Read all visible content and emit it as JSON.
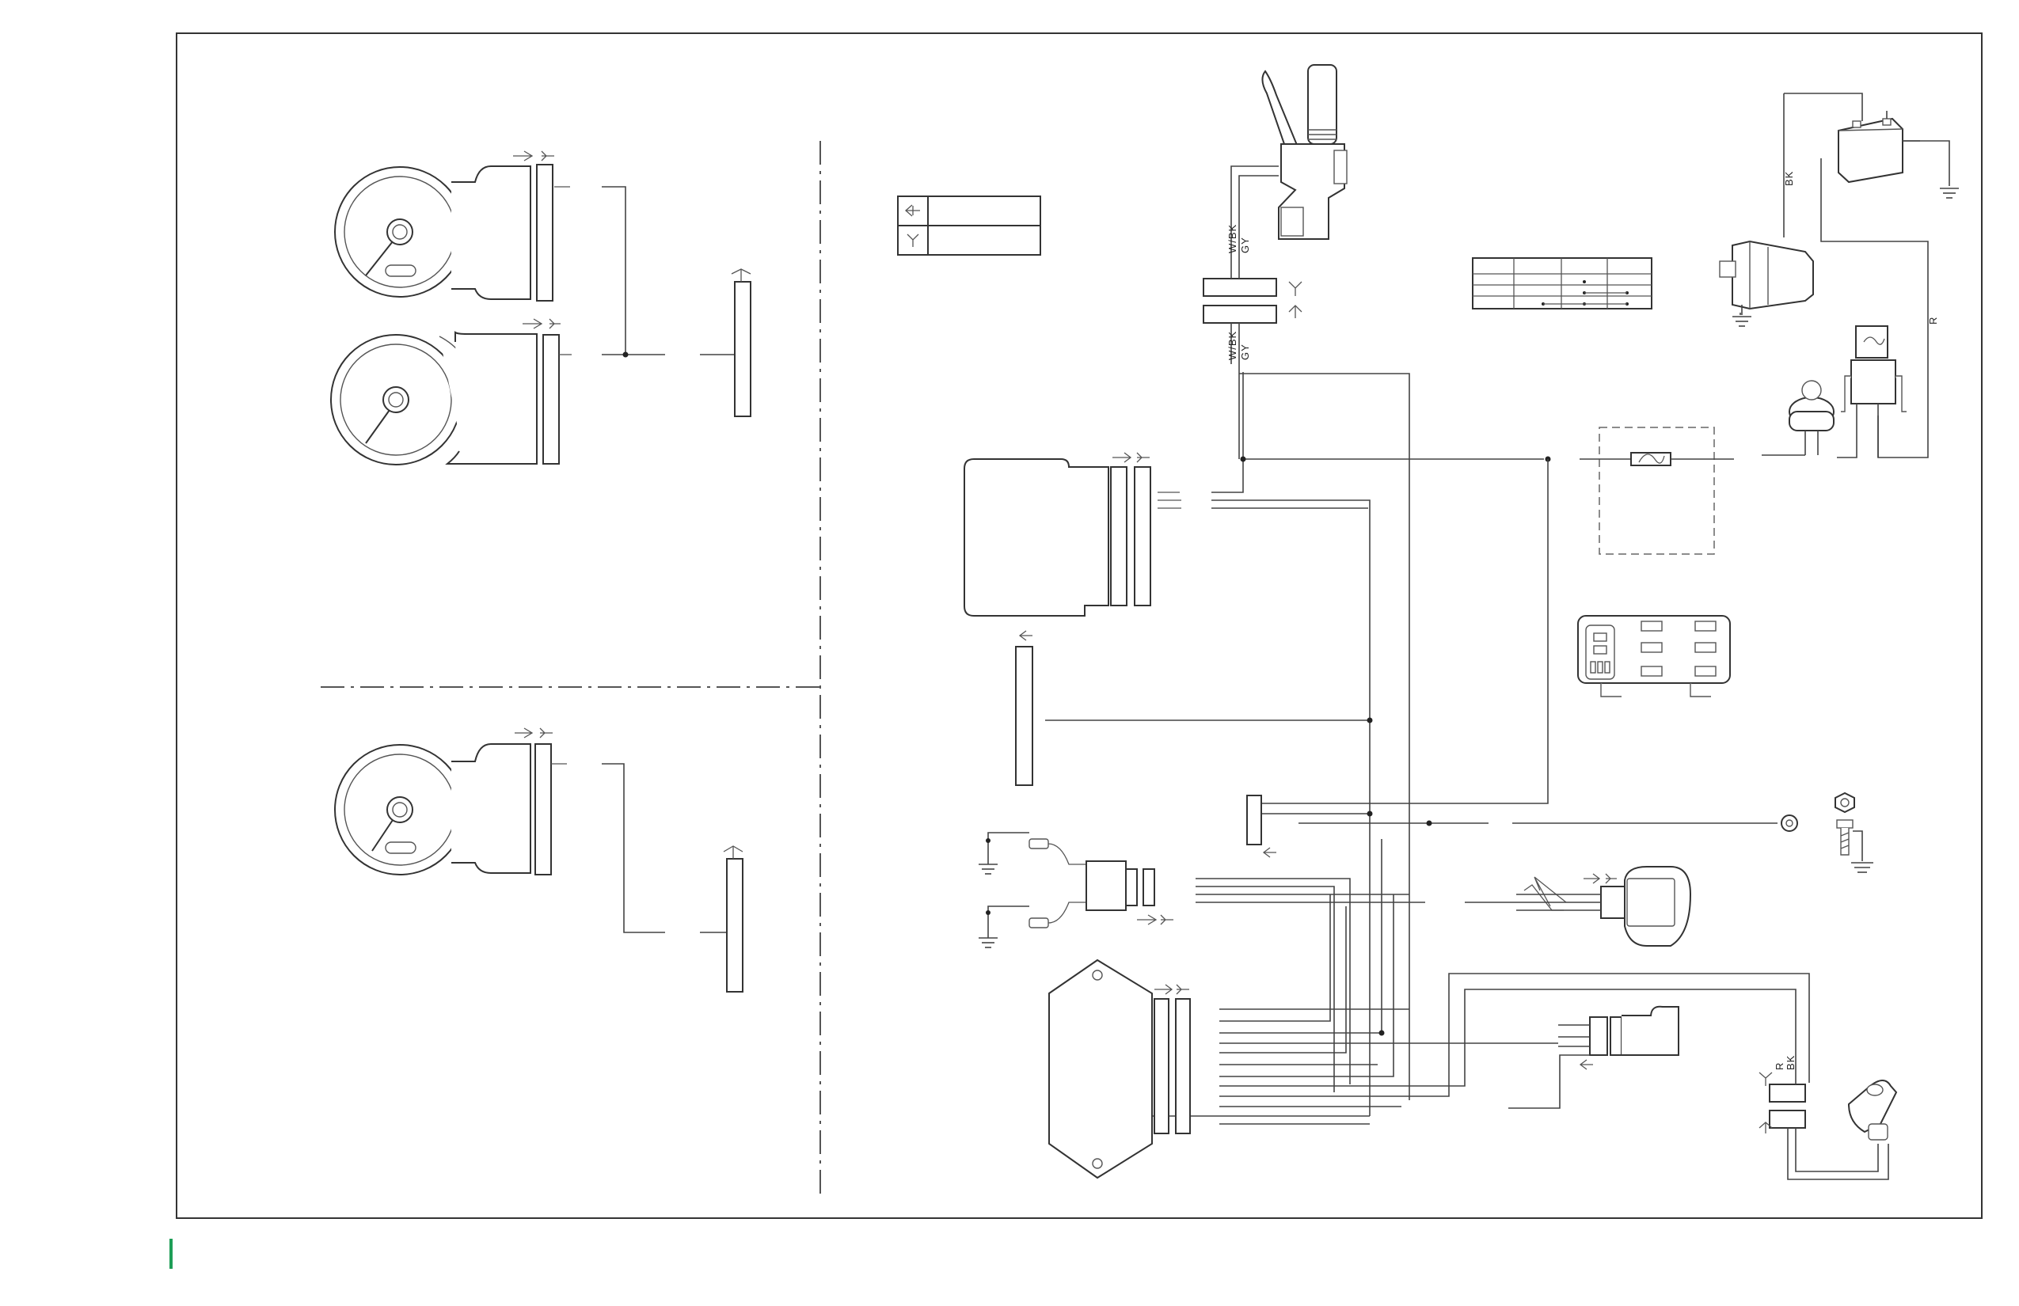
{
  "wire_labels": {
    "clutch_upper_1": "W/BK",
    "clutch_upper_2": "GY",
    "clutch_lower_1": "W/BK",
    "clutch_lower_2": "GY",
    "battery_wire": "BK",
    "battery_pos": "R",
    "sensor_r": "R",
    "sensor_bk": "BK"
  },
  "colors": {
    "frame": "#333333",
    "wire": "#444444",
    "accent": "#1e9e57"
  }
}
